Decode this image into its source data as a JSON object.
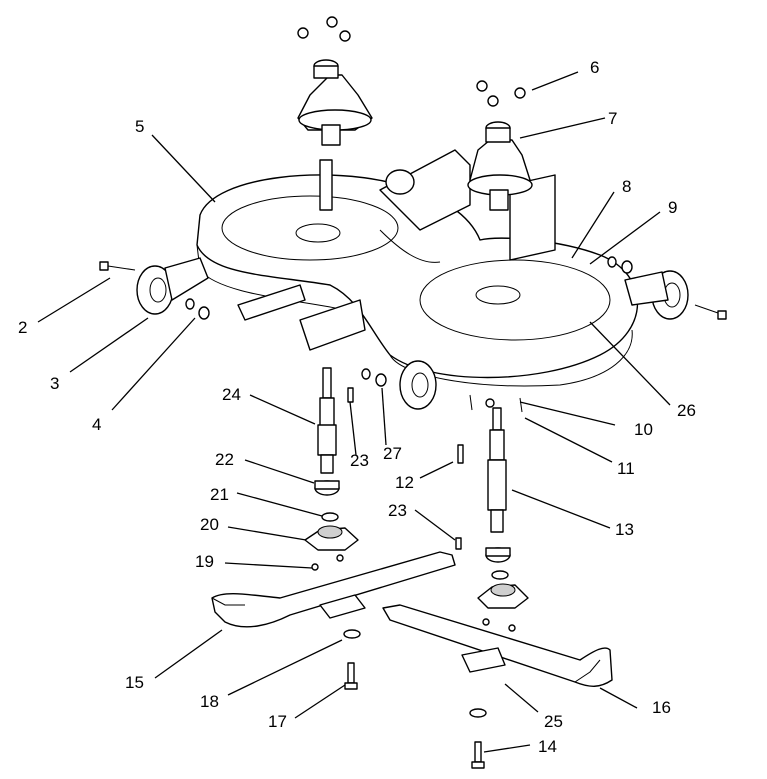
{
  "callouts": [
    "2",
    "3",
    "4",
    "5",
    "6",
    "7",
    "8",
    "9",
    "10",
    "11",
    "12",
    "13",
    "14",
    "15",
    "16",
    "17",
    "18",
    "19",
    "20",
    "21",
    "22",
    "23",
    "23",
    "24",
    "25",
    "26",
    "27"
  ]
}
